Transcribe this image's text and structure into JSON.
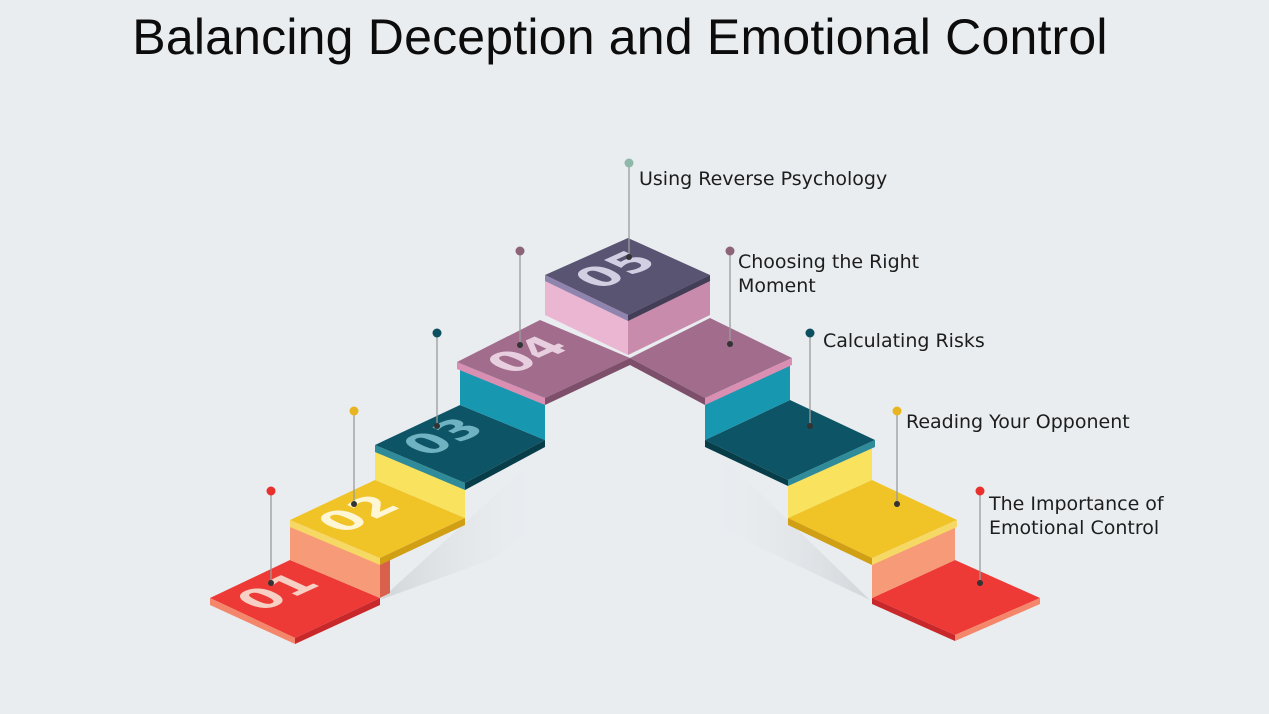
{
  "title": "Balancing Deception and Emotional Control",
  "steps": [
    {
      "number": "01",
      "label": "The Importance of Emotional Control",
      "label_lines": [
        "The Importance of",
        "Emotional Control"
      ],
      "color": "#ee3a36",
      "pin_color": "#e8302c"
    },
    {
      "number": "02",
      "label": "Reading Your Opponent",
      "label_lines": [
        "Reading Your Opponent"
      ],
      "color": "#f0c326",
      "pin_color": "#e7b51f"
    },
    {
      "number": "03",
      "label": "Calculating Risks",
      "label_lines": [
        "Calculating Risks"
      ],
      "color": "#0d5566",
      "pin_color": "#0c4f5e"
    },
    {
      "number": "04",
      "label": "Choosing the Right Moment",
      "label_lines": [
        "Choosing the Right",
        "Moment"
      ],
      "color": "#a26c8c",
      "pin_color": "#8c6377"
    },
    {
      "number": "05",
      "label": "Using Reverse Psychology",
      "label_lines": [
        "Using Reverse Psychology"
      ],
      "color": "#5a5473",
      "pin_color": "#8fb8aa"
    }
  ]
}
